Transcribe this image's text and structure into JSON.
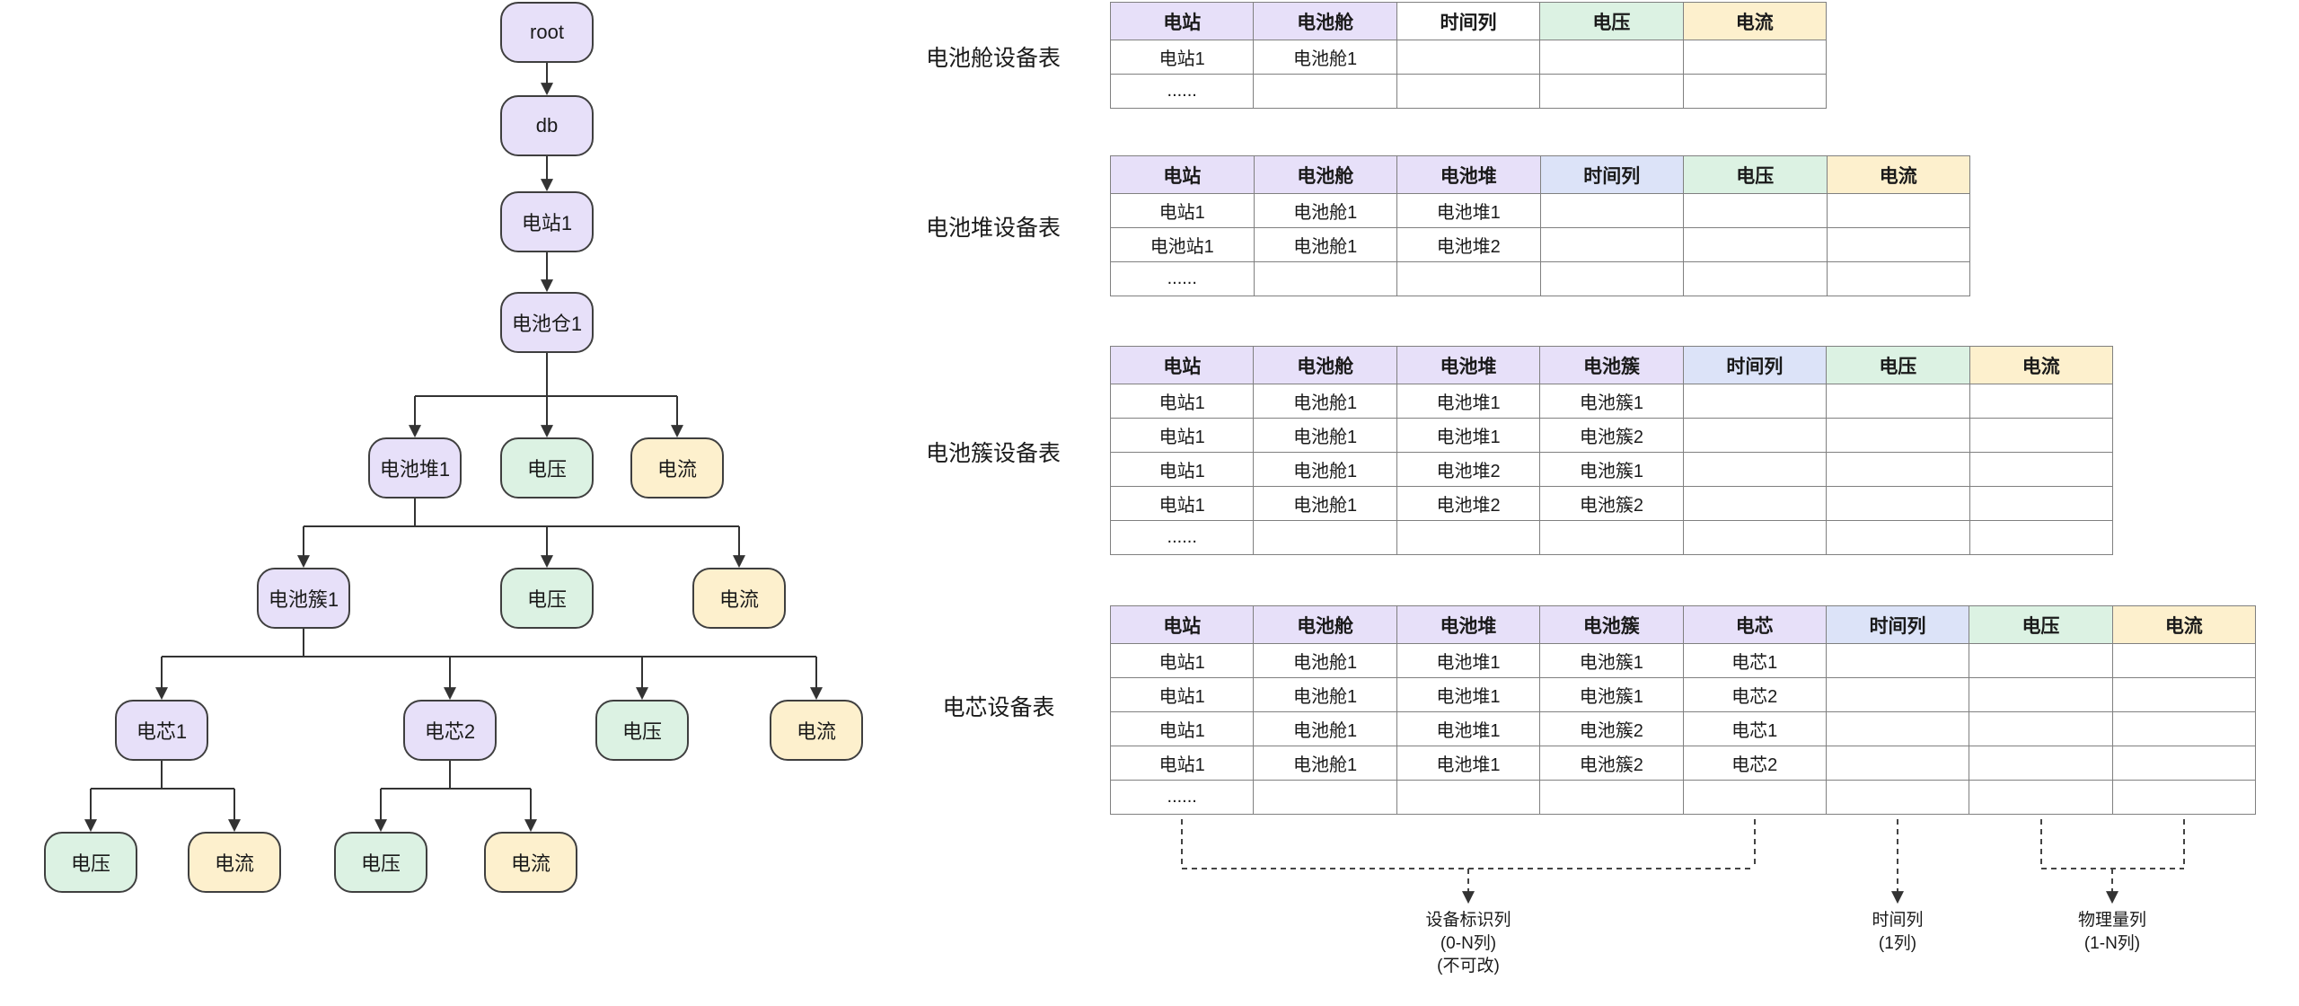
{
  "colors": {
    "device": "#E7E0F9",
    "time": "#DCE3F8",
    "voltage": "#DCF2E3",
    "current": "#FDF0CD"
  },
  "tree": {
    "nodes": [
      {
        "label": "root",
        "type": "device"
      },
      {
        "label": "db",
        "type": "device"
      },
      {
        "label": "电站1",
        "type": "device"
      },
      {
        "label": "电池仓1",
        "type": "device"
      },
      {
        "label": "电池堆1",
        "type": "device"
      },
      {
        "label": "电压",
        "type": "voltage"
      },
      {
        "label": "电流",
        "type": "current"
      },
      {
        "label": "电池簇1",
        "type": "device"
      },
      {
        "label": "电压",
        "type": "voltage"
      },
      {
        "label": "电流",
        "type": "current"
      },
      {
        "label": "电芯1",
        "type": "device"
      },
      {
        "label": "电芯2",
        "type": "device"
      },
      {
        "label": "电压",
        "type": "voltage"
      },
      {
        "label": "电流",
        "type": "current"
      },
      {
        "label": "电压",
        "type": "voltage"
      },
      {
        "label": "电流",
        "type": "current"
      },
      {
        "label": "电压",
        "type": "voltage"
      },
      {
        "label": "电流",
        "type": "current"
      }
    ]
  },
  "tables": [
    {
      "label": "电池舱设备表",
      "columns": [
        {
          "text": "电站",
          "type": "device"
        },
        {
          "text": "电池舱",
          "type": "device"
        },
        {
          "text": "时间列",
          "type": "plain"
        },
        {
          "text": "电压",
          "type": "voltage"
        },
        {
          "text": "电流",
          "type": "current"
        }
      ],
      "rows": [
        [
          "电站1",
          "电池舱1",
          "",
          "",
          ""
        ],
        [
          "......",
          "",
          "",
          "",
          ""
        ]
      ]
    },
    {
      "label": "电池堆设备表",
      "columns": [
        {
          "text": "电站",
          "type": "device"
        },
        {
          "text": "电池舱",
          "type": "device"
        },
        {
          "text": "电池堆",
          "type": "device"
        },
        {
          "text": "时间列",
          "type": "time"
        },
        {
          "text": "电压",
          "type": "voltage"
        },
        {
          "text": "电流",
          "type": "current"
        }
      ],
      "rows": [
        [
          "电站1",
          "电池舱1",
          "电池堆1",
          "",
          "",
          ""
        ],
        [
          "电池站1",
          "电池舱1",
          "电池堆2",
          "",
          "",
          ""
        ],
        [
          "......",
          "",
          "",
          "",
          "",
          ""
        ]
      ]
    },
    {
      "label": "电池簇设备表",
      "columns": [
        {
          "text": "电站",
          "type": "device"
        },
        {
          "text": "电池舱",
          "type": "device"
        },
        {
          "text": "电池堆",
          "type": "device"
        },
        {
          "text": "电池簇",
          "type": "device"
        },
        {
          "text": "时间列",
          "type": "time"
        },
        {
          "text": "电压",
          "type": "voltage"
        },
        {
          "text": "电流",
          "type": "current"
        }
      ],
      "rows": [
        [
          "电站1",
          "电池舱1",
          "电池堆1",
          "电池簇1",
          "",
          "",
          ""
        ],
        [
          "电站1",
          "电池舱1",
          "电池堆1",
          "电池簇2",
          "",
          "",
          ""
        ],
        [
          "电站1",
          "电池舱1",
          "电池堆2",
          "电池簇1",
          "",
          "",
          ""
        ],
        [
          "电站1",
          "电池舱1",
          "电池堆2",
          "电池簇2",
          "",
          "",
          ""
        ],
        [
          "......",
          "",
          "",
          "",
          "",
          "",
          ""
        ]
      ]
    },
    {
      "label": "电芯设备表",
      "columns": [
        {
          "text": "电站",
          "type": "device"
        },
        {
          "text": "电池舱",
          "type": "device"
        },
        {
          "text": "电池堆",
          "type": "device"
        },
        {
          "text": "电池簇",
          "type": "device"
        },
        {
          "text": "电芯",
          "type": "device"
        },
        {
          "text": "时间列",
          "type": "time"
        },
        {
          "text": "电压",
          "type": "voltage"
        },
        {
          "text": "电流",
          "type": "current"
        }
      ],
      "rows": [
        [
          "电站1",
          "电池舱1",
          "电池堆1",
          "电池簇1",
          "电芯1",
          "",
          "",
          ""
        ],
        [
          "电站1",
          "电池舱1",
          "电池堆1",
          "电池簇1",
          "电芯2",
          "",
          "",
          ""
        ],
        [
          "电站1",
          "电池舱1",
          "电池堆1",
          "电池簇2",
          "电芯1",
          "",
          "",
          ""
        ],
        [
          "电站1",
          "电池舱1",
          "电池堆1",
          "电池簇2",
          "电芯2",
          "",
          "",
          ""
        ],
        [
          "......",
          "",
          "",
          "",
          "",
          "",
          "",
          ""
        ]
      ]
    }
  ],
  "annotations": [
    {
      "lines": [
        "设备标识列",
        "(0-N列)",
        "(不可改)"
      ]
    },
    {
      "lines": [
        "时间列",
        "(1列)"
      ]
    },
    {
      "lines": [
        "物理量列",
        "(1-N列)"
      ]
    }
  ]
}
